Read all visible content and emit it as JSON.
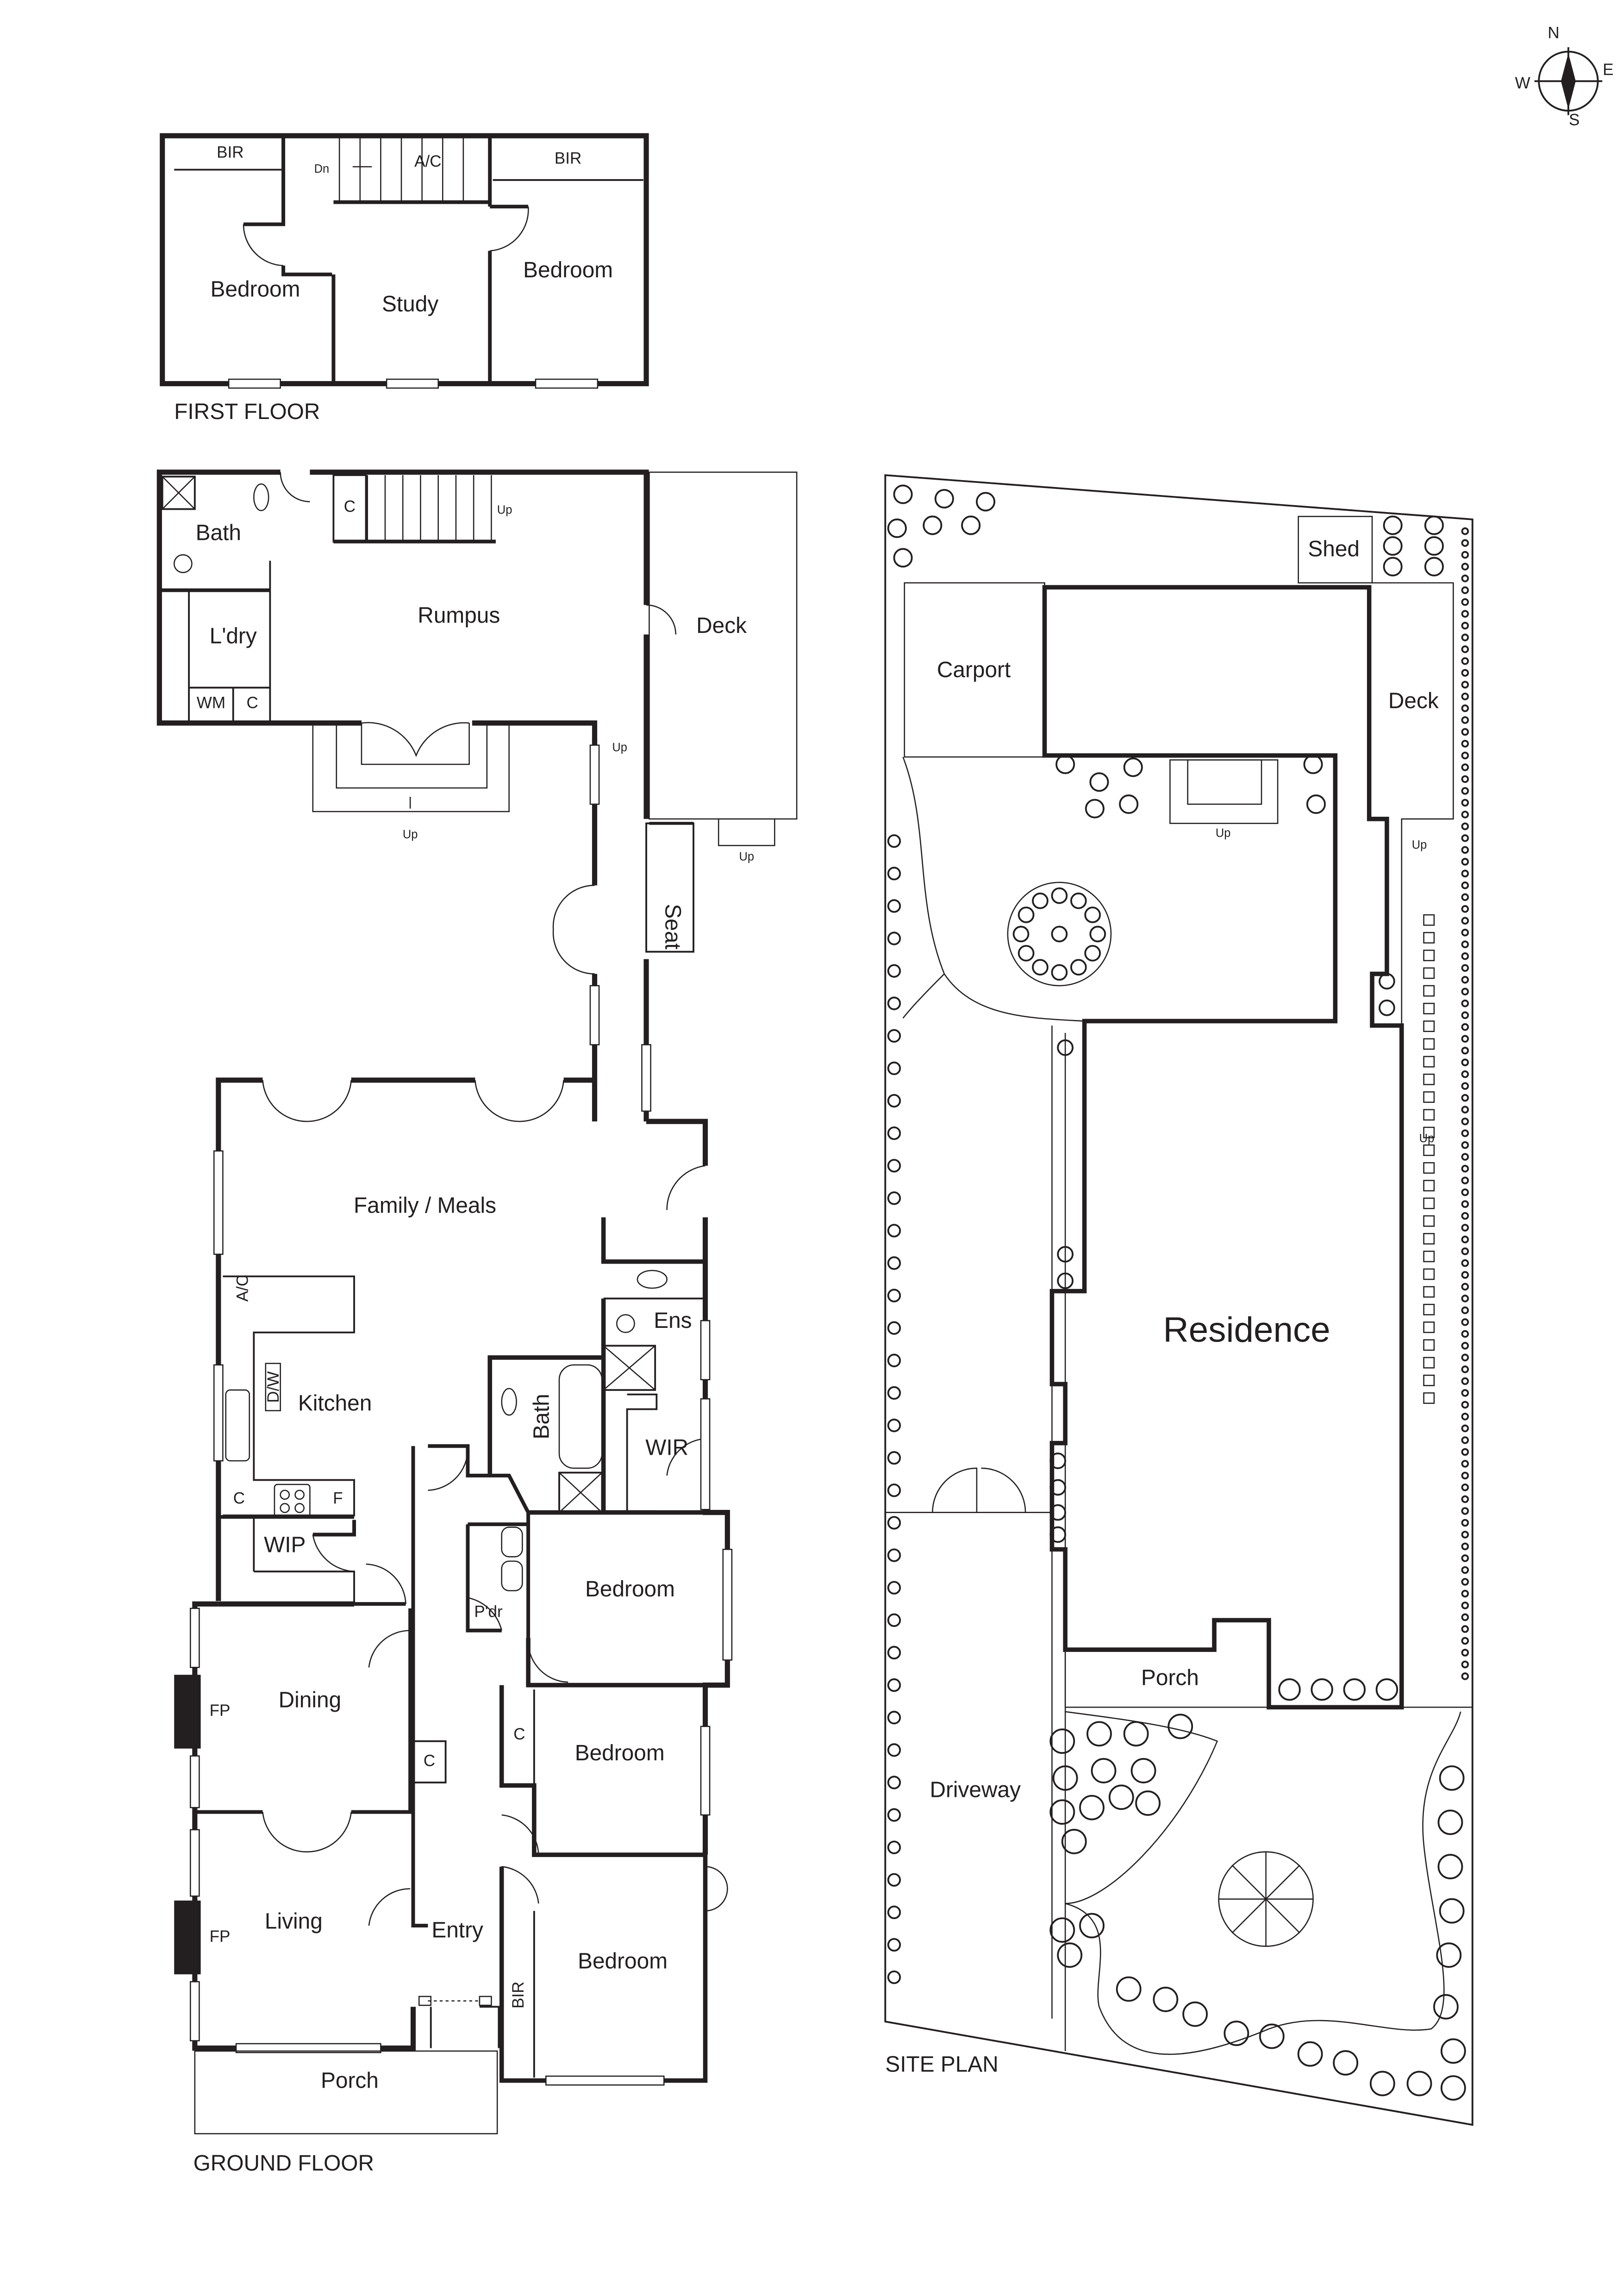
{
  "compass": {
    "n": "N",
    "e": "E",
    "s": "S",
    "w": "W"
  },
  "first_floor": {
    "title": "FIRST FLOOR",
    "rooms": {
      "bir_left": "BIR",
      "bir_right": "BIR",
      "bedroom_left": "Bedroom",
      "study": "Study",
      "bedroom_right": "Bedroom",
      "ac": "A/C",
      "dn": "Dn"
    }
  },
  "ground_floor": {
    "title": "GROUND FLOOR",
    "rooms": {
      "bath_rear": "Bath",
      "laundry": "L'dry",
      "wm": "WM",
      "c_laundry": "C",
      "rumpus": "Rumpus",
      "c_rumpus": "C",
      "up_stairs": "Up",
      "deck": "Deck",
      "up_deck": "Up",
      "up_rumpus": "Up",
      "up_terrace": "Up",
      "seat": "Seat",
      "family_meals": "Family / Meals",
      "ac": "A/C",
      "dw": "D/W",
      "kitchen": "Kitchen",
      "c_kitchen": "C",
      "f": "F",
      "wip": "WIP",
      "ens": "Ens",
      "bath": "Bath",
      "wir": "WIR",
      "pdr": "P'dr",
      "bedroom1": "Bedroom",
      "bedroom2": "Bedroom",
      "bedroom3": "Bedroom",
      "c_bed2": "C",
      "bir": "BIR",
      "dining": "Dining",
      "fp1": "FP",
      "c_hall": "C",
      "living": "Living",
      "fp2": "FP",
      "entry": "Entry",
      "porch": "Porch"
    }
  },
  "site_plan": {
    "title": "SITE PLAN",
    "labels": {
      "shed": "Shed",
      "carport": "Carport",
      "deck": "Deck",
      "residence": "Residence",
      "porch": "Porch",
      "driveway": "Driveway",
      "up1": "Up",
      "up2": "Up",
      "up3": "Up"
    }
  }
}
